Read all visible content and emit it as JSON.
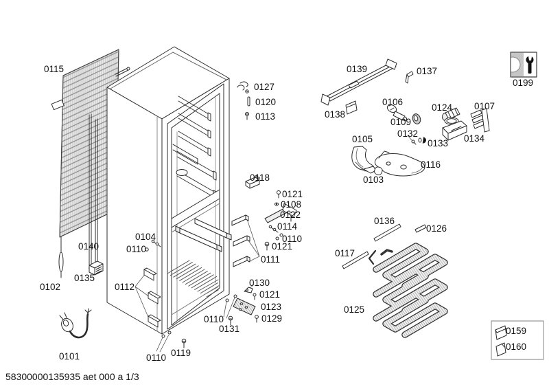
{
  "page": {
    "footer_code": "58300000135935 aet 000 a 1/3",
    "background": "#ffffff",
    "line_color": "#2b2b2b"
  },
  "service_box": {
    "label": "0199",
    "icon": "wrench-service-icon"
  },
  "legend_box": {
    "items": [
      {
        "label": "0159",
        "icon": "panel-plate-icon"
      },
      {
        "label": "0160",
        "icon": "panel-plate-icon"
      }
    ]
  },
  "callouts": {
    "c0115": "0115",
    "c0127": "0127",
    "c0120": "0120",
    "c0113": "0113",
    "c0139": "0139",
    "c0137": "0137",
    "c0138": "0138",
    "c0106": "0106",
    "c0109": "0109",
    "c0124": "0124",
    "c0107": "0107",
    "c0132": "0132",
    "c0133": "0133",
    "c0134": "0134",
    "c0116": "0116",
    "c0105": "0105",
    "c0103": "0103",
    "c0118": "0118",
    "c0121_a": "0121",
    "c0108": "0108",
    "c0122": "0122",
    "c0114": "0114",
    "c0110_a": "0110",
    "c0121_b": "0121",
    "c0111": "0111",
    "c0104": "0104",
    "c0110_b": "0110",
    "c0140": "0140",
    "c0135": "0135",
    "c0102": "0102",
    "c0112": "0112",
    "c0101": "0101",
    "c0130": "0130",
    "c0121_c": "0121",
    "c0123": "0123",
    "c0129": "0129",
    "c0110_c": "0110",
    "c0131": "0131",
    "c0110_d": "0110",
    "c0119": "0119",
    "c0136": "0136",
    "c0126": "0126",
    "c0117": "0117",
    "c0125": "0125"
  }
}
